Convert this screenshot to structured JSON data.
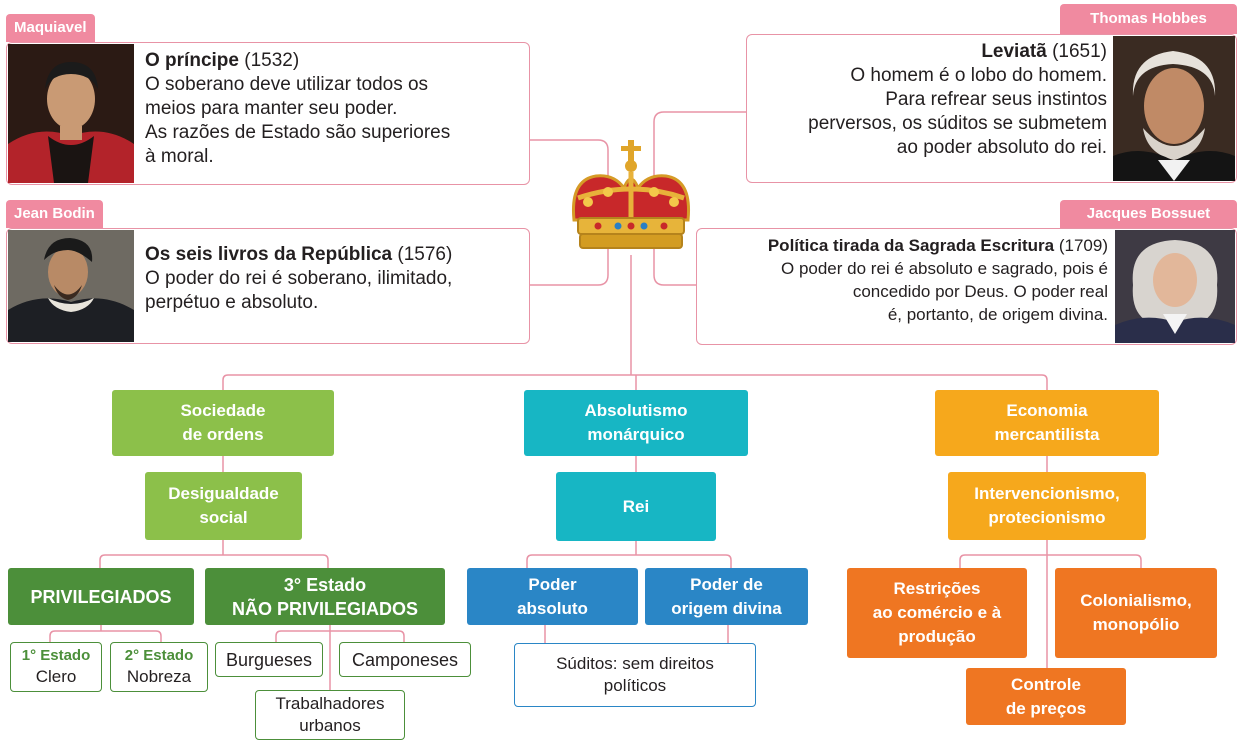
{
  "authors": {
    "maquiavel": {
      "name": "Maquiavel",
      "work": "O príncipe",
      "year": "(1532)",
      "lines": [
        "O soberano deve utilizar todos os",
        "meios para manter seu poder.",
        "As razões de Estado são superiores",
        "à moral."
      ]
    },
    "hobbes": {
      "name": "Thomas Hobbes",
      "work": "Leviatã",
      "year": "(1651)",
      "lines": [
        "O homem é o lobo do homem.",
        "Para refrear seus instintos",
        "perversos, os súditos se submetem",
        "ao poder absoluto do rei."
      ]
    },
    "bodin": {
      "name": "Jean Bodin",
      "work": "Os seis livros da República",
      "year": "(1576)",
      "lines": [
        "O poder do rei é soberano, ilimitado,",
        "perpétuo e absoluto."
      ]
    },
    "bossuet": {
      "name": "Jacques Bossuet",
      "work": "Política tirada da Sagrada Escritura",
      "year": "(1709)",
      "lines": [
        "O poder do rei é absoluto e sagrado, pois é",
        "concedido por Deus. O poder real",
        "é, portanto, de origem divina."
      ]
    }
  },
  "society": {
    "title": "Sociedade\nde ordens",
    "inequality": "Desigualdade\nsocial",
    "privileged": "PRIVILEGIADOS",
    "non_privileged": "3° Estado\nNÃO PRIVILEGIADOS",
    "first_estate": {
      "label": "1° Estado",
      "value": "Clero"
    },
    "second_estate": {
      "label": "2° Estado",
      "value": "Nobreza"
    },
    "bourgeois": "Burgueses",
    "peasants": "Camponeses",
    "workers": "Trabalhadores\nurbanos"
  },
  "absolutism": {
    "title": "Absolutismo\nmonárquico",
    "king": "Rei",
    "absolute_power": "Poder\nabsoluto",
    "divine_power": "Poder de\norigem divina",
    "subjects": "Súditos: sem direitos\npolíticos"
  },
  "economy": {
    "title": "Economia\nmercantilista",
    "interventionism": "Intervencionismo,\nprotecionismo",
    "restrictions": "Restrições\nao comércio e à\nprodução",
    "colonialism": "Colonialismo,\nmonopólio",
    "price_control": "Controle\nde preços"
  },
  "colors": {
    "pink": "#f08aa0",
    "green_light": "#8cc04a",
    "green_dark": "#4c8f3a",
    "teal": "#17b6c4",
    "blue": "#2a86c6",
    "yellow": "#f6a81c",
    "orange": "#ef7622"
  },
  "icons": {
    "crown": "royal-crown-icon"
  }
}
